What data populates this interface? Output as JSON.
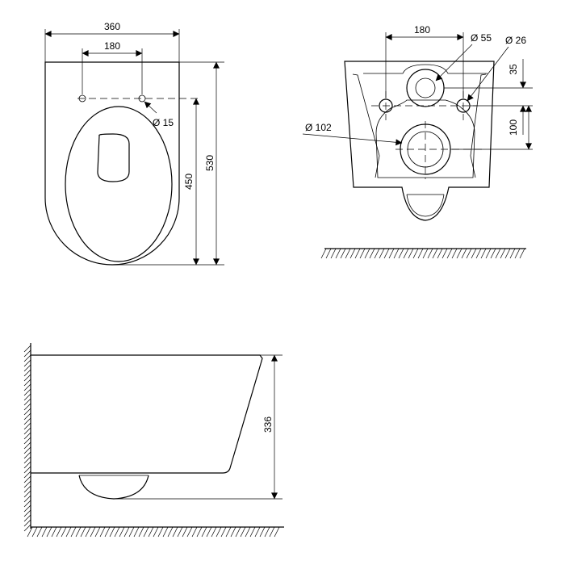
{
  "top_view": {
    "width": "360",
    "hole_spacing": "180",
    "hole_diameter": "Ø 15",
    "length_to_holes": "450",
    "overall_length": "530"
  },
  "rear_view": {
    "bolt_spacing": "180",
    "inlet_diameter": "Ø 55",
    "bolt_diameter": "Ø 26",
    "outlet_diameter": "Ø 102",
    "inlet_to_bolt": "35",
    "bolt_to_outlet": "100"
  },
  "side_view": {
    "height": "336"
  }
}
